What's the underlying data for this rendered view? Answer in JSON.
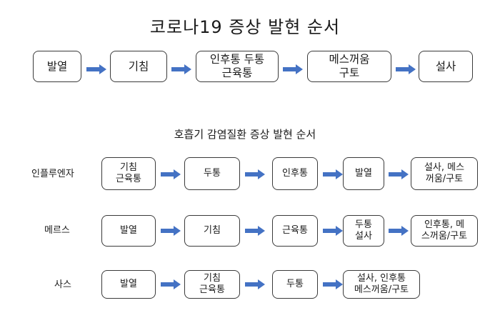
{
  "title": "코로나19 증상 발현 순서",
  "covid_flow": [
    "발열",
    "기침",
    "인후통 두통\n근육통",
    "메스꺼움\n구토",
    "설사"
  ],
  "subtitle": "호흡기 감염질환 증상 발현 순서",
  "rows": [
    {
      "label": "인플루엔자",
      "steps": [
        "기침\n근육통",
        "두통",
        "인후통",
        "발열",
        "설사, 메스\n꺼움/구토"
      ]
    },
    {
      "label": "메르스",
      "steps": [
        "발열",
        "기침",
        "근육통",
        "두통\n설사",
        "인후통, 메\n스꺼움/구토"
      ]
    },
    {
      "label": "사스",
      "steps": [
        "발열",
        "기침\n근육통",
        "두통",
        "설사, 인후통\n메스꺼움/구토"
      ]
    }
  ],
  "colors": {
    "arrow": "#4472c4",
    "box_border": "#3a3a3a",
    "text": "#1a1a1a",
    "background": "#ffffff"
  }
}
